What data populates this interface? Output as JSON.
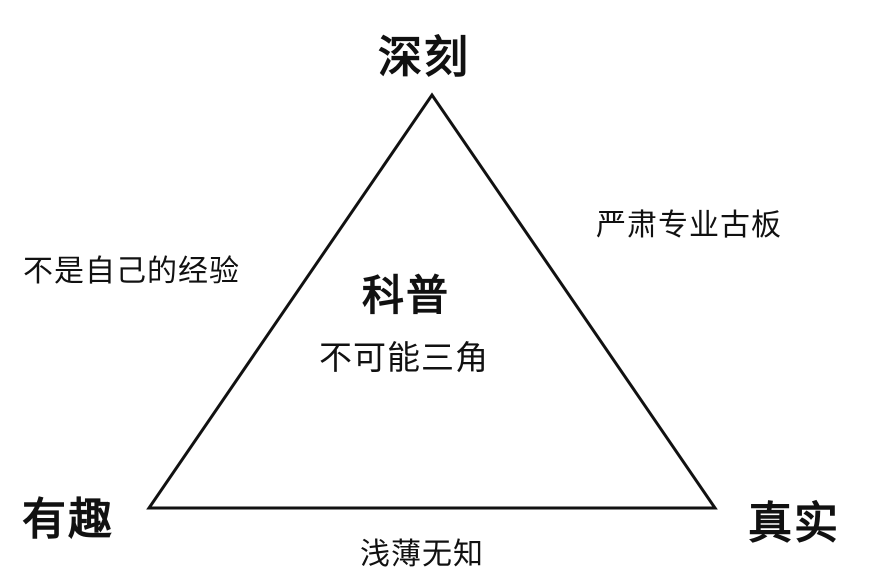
{
  "vertices": {
    "top": "深刻",
    "bottom_left": "有趣",
    "bottom_right": "真实"
  },
  "edges": {
    "left": "不是自己的经验",
    "right": "严肃专业古板",
    "bottom": "浅薄无知"
  },
  "center": {
    "title": "科普",
    "subtitle": "不可能三角"
  },
  "colors": {
    "line": "#111111",
    "text": "#111111",
    "background": "#ffffff"
  }
}
